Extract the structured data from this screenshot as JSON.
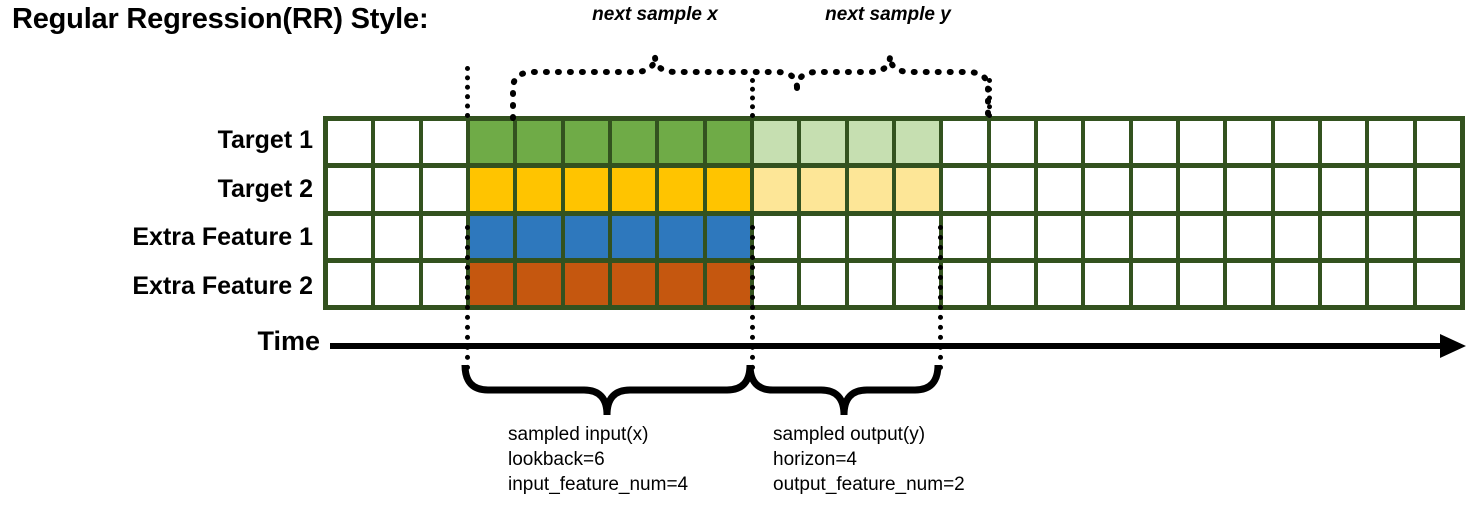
{
  "title": "Regular Regression(RR) Style:",
  "annotations": {
    "top_left": "next sample x",
    "top_right": "next sample y"
  },
  "rows": [
    {
      "label": "Target 1",
      "fill": "green",
      "light_fill": "greenlight"
    },
    {
      "label": "Target 2",
      "fill": "amber",
      "light_fill": "amberlight"
    },
    {
      "label": "Extra Feature 1",
      "fill": "blue",
      "light_fill": "white"
    },
    {
      "label": "Extra Feature 2",
      "fill": "orange",
      "light_fill": "white"
    }
  ],
  "grid": {
    "total_columns": 24,
    "lead_blank_columns": 3,
    "input_columns": 6,
    "output_columns": 4,
    "trailing_blank_columns": 11
  },
  "axis": {
    "label": "Time"
  },
  "captions": {
    "input": {
      "line1": "sampled input(x)",
      "line2": "lookback=6",
      "line3": "input_feature_num=4"
    },
    "output": {
      "line1": "sampled output(y)",
      "line2": "horizon=4",
      "line3": "output_feature_num=2"
    }
  },
  "colors": {
    "border": "#33521f",
    "green": "#6fab47",
    "green_light": "#c6dfb1",
    "amber": "#ffc400",
    "amber_light": "#fde697",
    "blue": "#2e78bd",
    "orange": "#c5570f",
    "white": "#ffffff",
    "line": "#000000"
  }
}
